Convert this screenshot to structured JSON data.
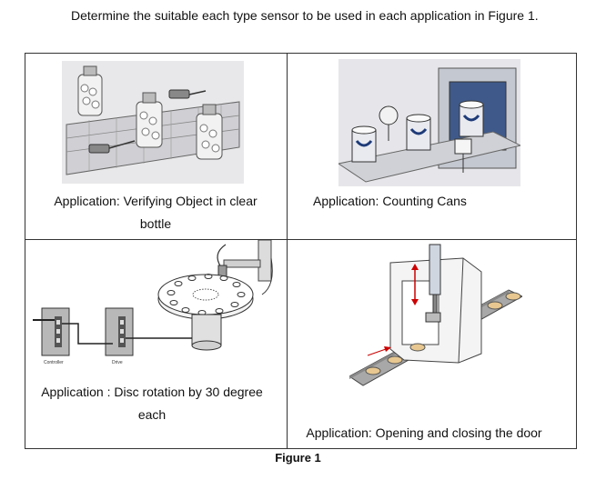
{
  "instruction": "Determine the suitable each type sensor to be used in each application in Figure 1.",
  "figure_label": "Figure 1",
  "cells": [
    {
      "caption": "Application: Verifying Object in clear bottle"
    },
    {
      "caption": "Application: Counting Cans"
    },
    {
      "caption": "Application : Disc rotation by 30 degree each"
    },
    {
      "caption": "Application: Opening and closing the door"
    }
  ],
  "illustration_labels": {
    "controller": "Controller",
    "drive": "Drive"
  }
}
